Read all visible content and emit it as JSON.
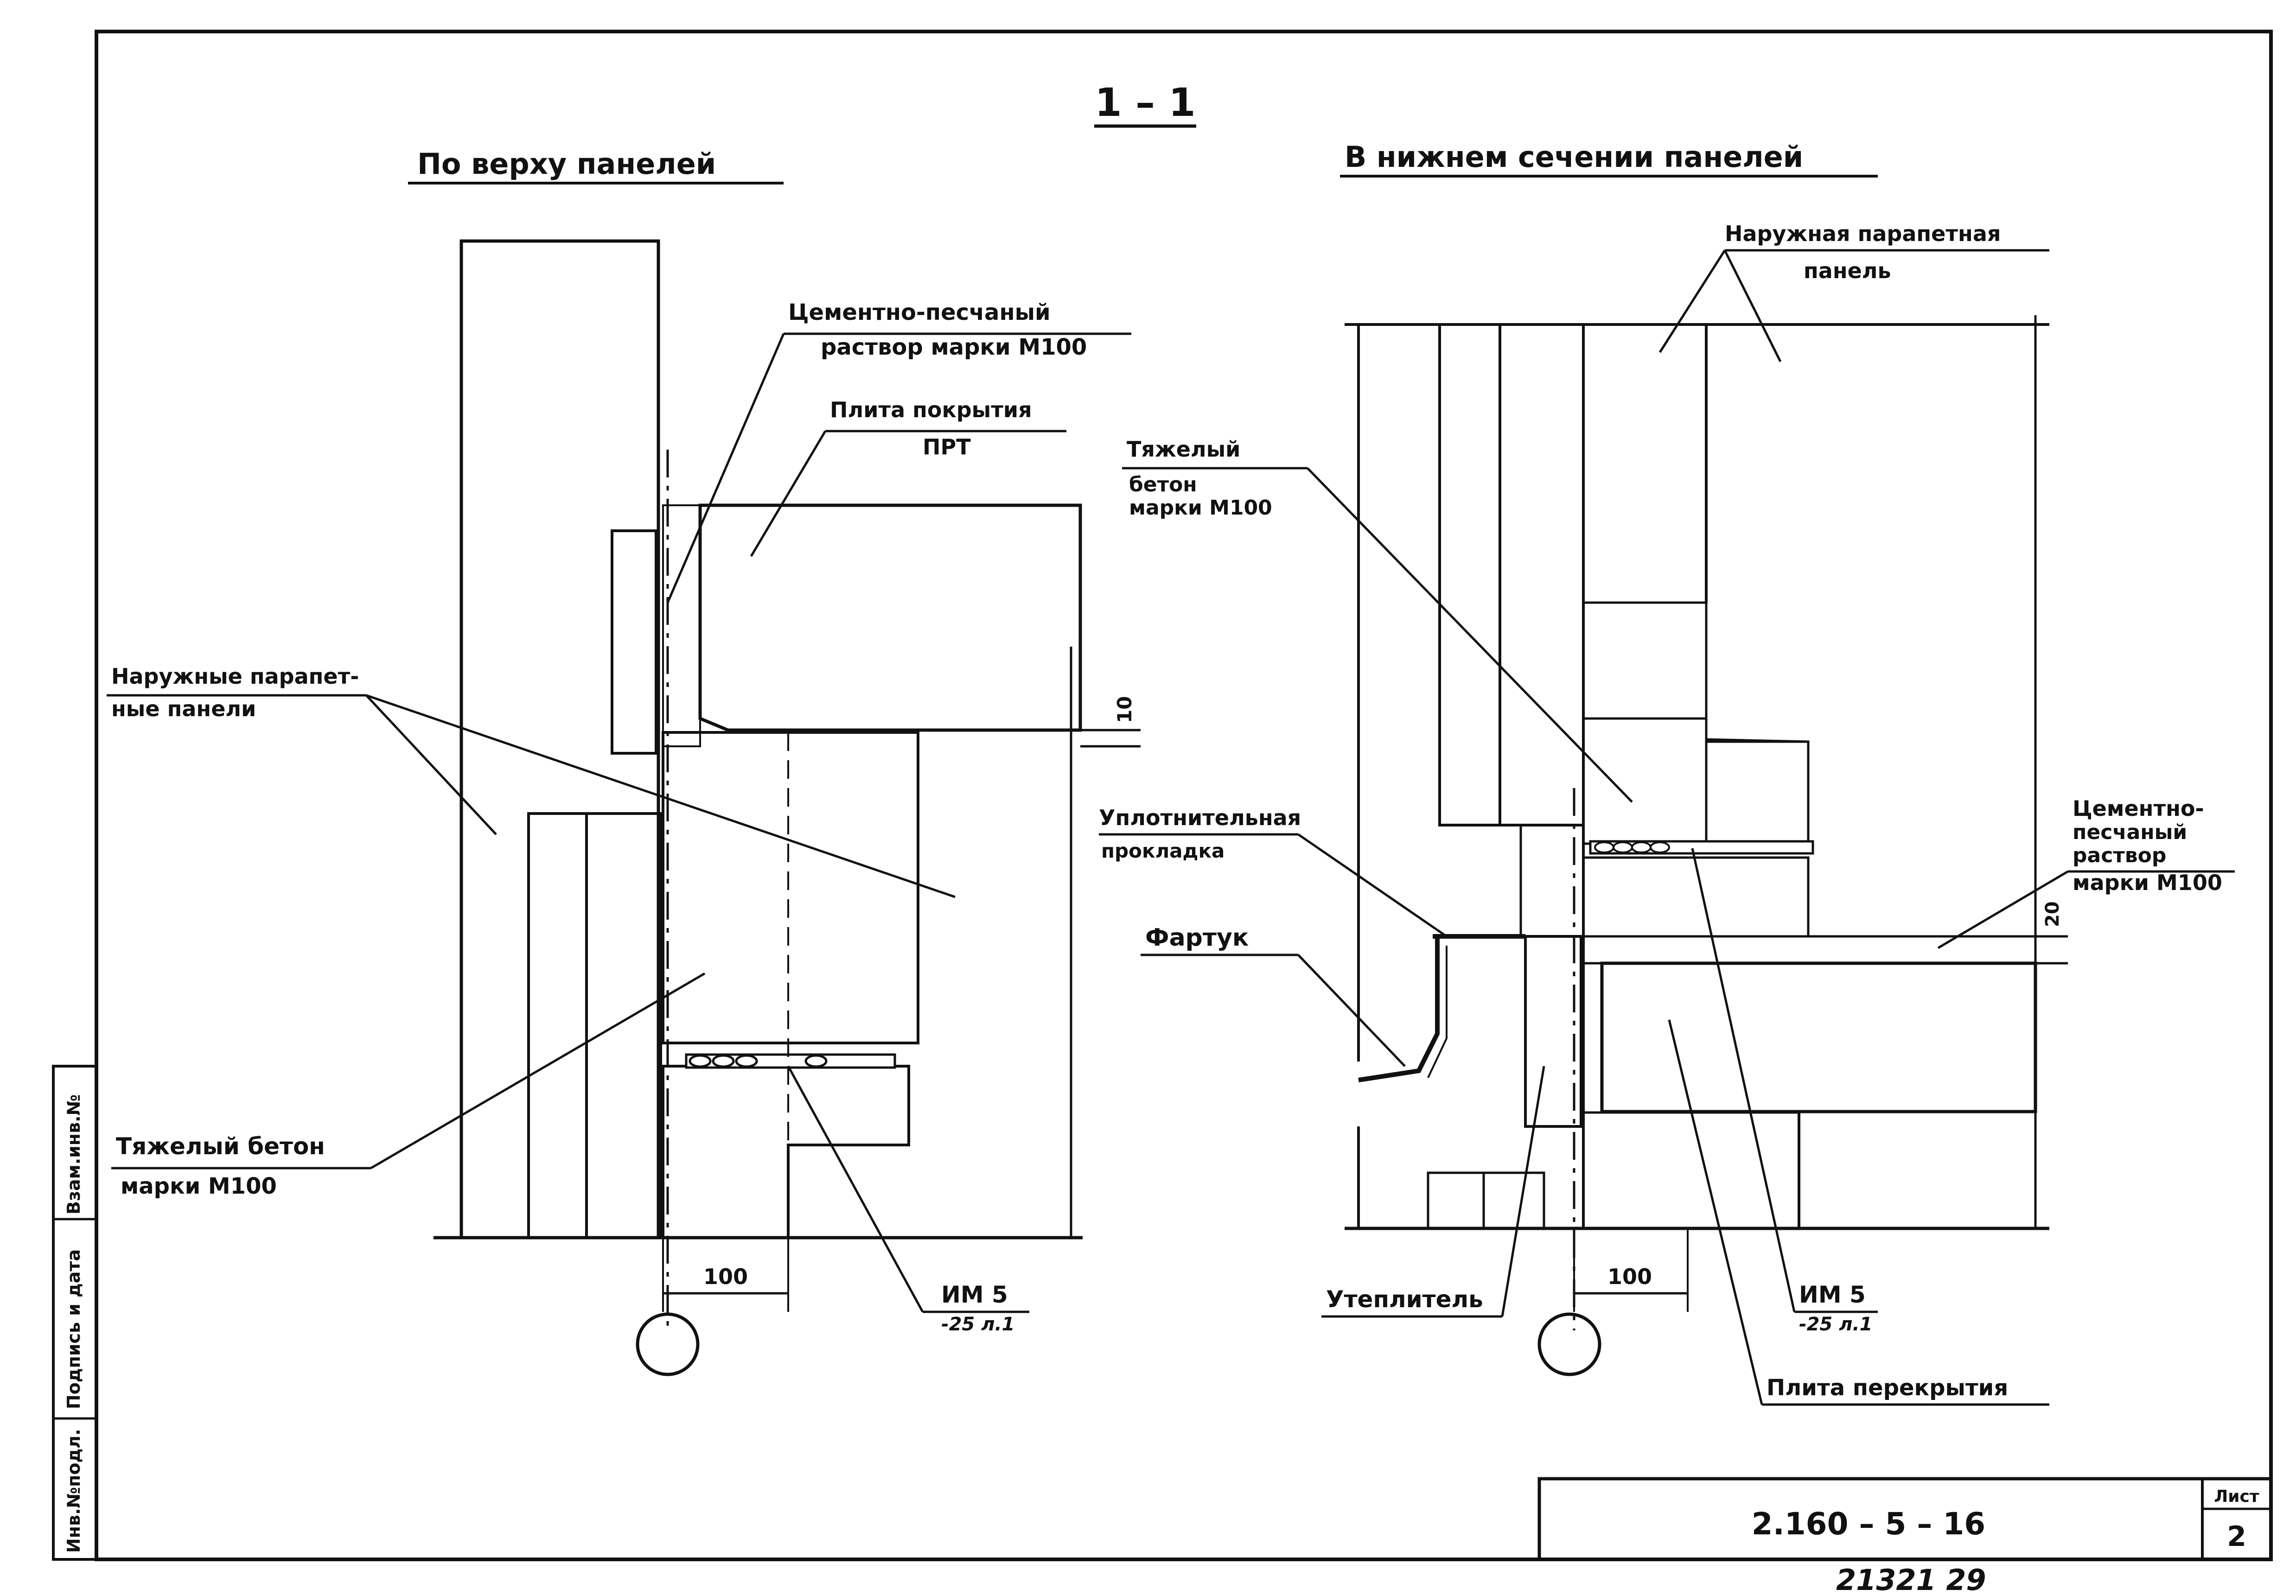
{
  "section_title": "1 – 1",
  "left_view": {
    "title": "По верху панелей",
    "labels": {
      "mortar_1": "Цементно-песчаный",
      "mortar_2": "раствор марки М100",
      "slab_1": "Плита покрытия",
      "slab_2": "ПРТ",
      "panels_1": "Наружные парапет-",
      "panels_2": "ные панели",
      "concrete_1": "Тяжелый бетон",
      "concrete_2": "марки М100",
      "item_1": "ИМ 5",
      "item_2": "-25 л.1",
      "dim_100": "100",
      "dim_10": "10"
    }
  },
  "right_view": {
    "title": "В нижнем сечении панелей",
    "labels": {
      "panel_1": "Наружная парапетная",
      "panel_2": "панель",
      "concrete_1": "Тяжелый",
      "concrete_2": "бетон",
      "concrete_3": "марки М100",
      "gasket_1": "Уплотнительная",
      "gasket_2": "прокладка",
      "apron": "Фартук",
      "mortar_1": "Цементно-",
      "mortar_2": "песчаный",
      "mortar_3": "раствор",
      "mortar_4": "марки М100",
      "insulation": "Утеплитель",
      "item_1": "ИМ 5",
      "item_2": "-25 л.1",
      "floor_slab": "Плита перекрытия",
      "dim_100": "100",
      "dim_20": "20"
    }
  },
  "title_block": {
    "doc_number": "2.160 – 5 – 16",
    "sheet_label": "Лист",
    "sheet_number": "2"
  },
  "side_stamp": {
    "cell_1": "Инв.№подл.",
    "cell_2": "Подпись и дата",
    "cell_3": "Взам.инв.№"
  },
  "footer_note": "21321   29"
}
